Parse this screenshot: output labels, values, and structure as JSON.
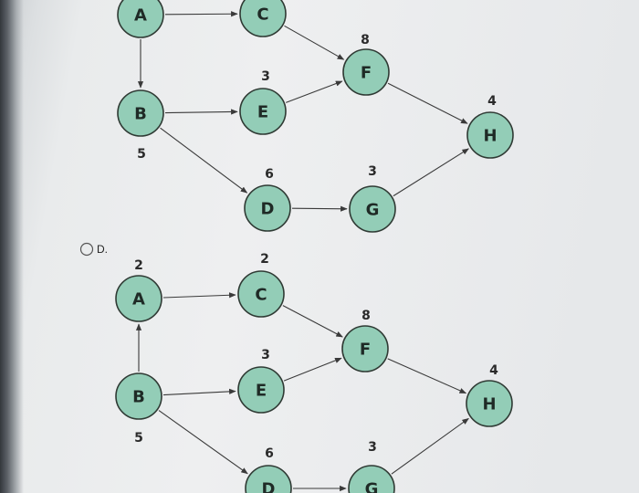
{
  "option": {
    "label": "D."
  },
  "diagrams": [
    {
      "id": "top",
      "nodes": [
        {
          "id": "A",
          "label": "A",
          "weight": ""
        },
        {
          "id": "B",
          "label": "B",
          "weight": "5"
        },
        {
          "id": "C",
          "label": "C",
          "weight": ""
        },
        {
          "id": "E",
          "label": "E",
          "weight": "3"
        },
        {
          "id": "D",
          "label": "D",
          "weight": "6"
        },
        {
          "id": "F",
          "label": "F",
          "weight": "8"
        },
        {
          "id": "G",
          "label": "G",
          "weight": "3"
        },
        {
          "id": "H",
          "label": "H",
          "weight": "4"
        }
      ],
      "edges": [
        [
          "A",
          "C"
        ],
        [
          "A",
          "B"
        ],
        [
          "B",
          "E"
        ],
        [
          "B",
          "D"
        ],
        [
          "C",
          "F"
        ],
        [
          "E",
          "F"
        ],
        [
          "D",
          "G"
        ],
        [
          "F",
          "H"
        ],
        [
          "G",
          "H"
        ]
      ]
    },
    {
      "id": "bottom",
      "nodes": [
        {
          "id": "A",
          "label": "A",
          "weight": "2"
        },
        {
          "id": "B",
          "label": "B",
          "weight": "5"
        },
        {
          "id": "C",
          "label": "C",
          "weight": "2"
        },
        {
          "id": "E",
          "label": "E",
          "weight": "3"
        },
        {
          "id": "D",
          "label": "D",
          "weight": "6"
        },
        {
          "id": "F",
          "label": "F",
          "weight": "8"
        },
        {
          "id": "G",
          "label": "G",
          "weight": "3"
        },
        {
          "id": "H",
          "label": "H",
          "weight": "4"
        }
      ],
      "edges": [
        [
          "B",
          "A"
        ],
        [
          "A",
          "C"
        ],
        [
          "B",
          "E"
        ],
        [
          "B",
          "D"
        ],
        [
          "C",
          "F"
        ],
        [
          "E",
          "F"
        ],
        [
          "D",
          "G"
        ],
        [
          "F",
          "H"
        ],
        [
          "G",
          "H"
        ]
      ]
    }
  ]
}
